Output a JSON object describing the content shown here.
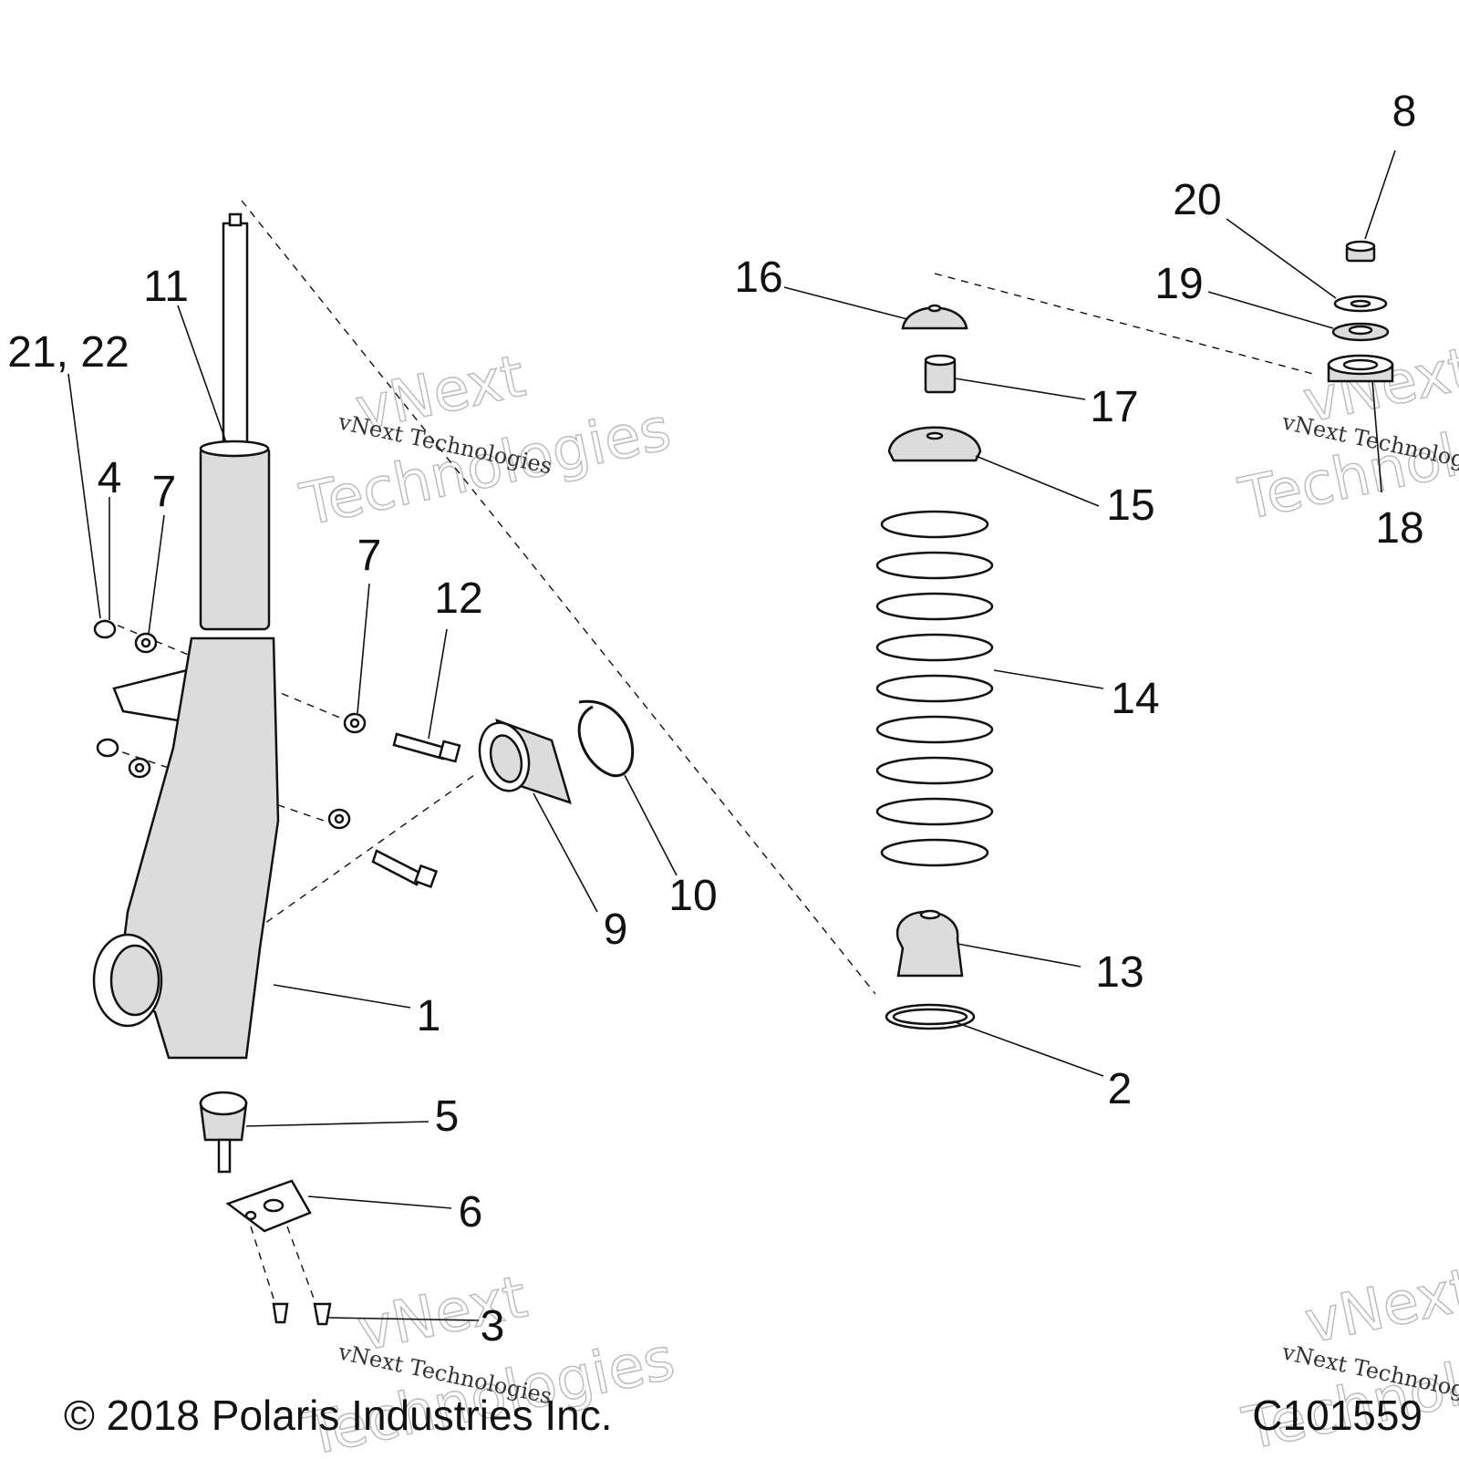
{
  "diagram": {
    "callouts": [
      {
        "id": "c1",
        "text": "1"
      },
      {
        "id": "c2",
        "text": "2"
      },
      {
        "id": "c3",
        "text": "3"
      },
      {
        "id": "c4",
        "text": "4"
      },
      {
        "id": "c5",
        "text": "5"
      },
      {
        "id": "c6",
        "text": "6"
      },
      {
        "id": "c7a",
        "text": "7"
      },
      {
        "id": "c7b",
        "text": "7"
      },
      {
        "id": "c8",
        "text": "8"
      },
      {
        "id": "c9",
        "text": "9"
      },
      {
        "id": "c10",
        "text": "10"
      },
      {
        "id": "c11",
        "text": "11"
      },
      {
        "id": "c12",
        "text": "12"
      },
      {
        "id": "c13",
        "text": "13"
      },
      {
        "id": "c14",
        "text": "14"
      },
      {
        "id": "c15",
        "text": "15"
      },
      {
        "id": "c16",
        "text": "16"
      },
      {
        "id": "c17",
        "text": "17"
      },
      {
        "id": "c18",
        "text": "18"
      },
      {
        "id": "c19",
        "text": "19"
      },
      {
        "id": "c20",
        "text": "20"
      },
      {
        "id": "c21",
        "text": "21, 22"
      }
    ],
    "copyright": "© 2018 Polaris Industries Inc.",
    "figure_id": "C101559",
    "watermark": {
      "line_small": "vNext Technologies",
      "line_big_1": "vNext",
      "line_big_2": "Technologies"
    }
  }
}
